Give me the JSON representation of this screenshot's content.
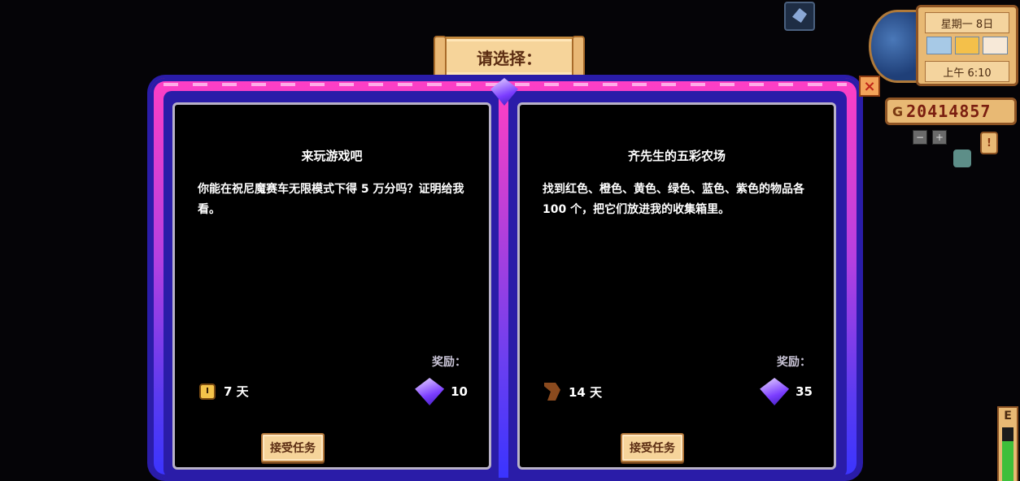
{
  "dialog": {
    "title": "请选择：",
    "close_icon": "×"
  },
  "quests": [
    {
      "title": "来玩游戏吧",
      "description": "你能在祝尼魔赛车无限模式下得 5 万分吗？证明给我看。",
      "reward_label": "奖励：",
      "duration": "7 天",
      "duration_icon": "clock-icon",
      "reward_amount": "10",
      "reward_icon": "qi-gem-icon",
      "accept_label": "接受任务"
    },
    {
      "title": "齐先生的五彩农场",
      "description": "找到红色、橙色、黄色、绿色、蓝色、紫色的物品各 100 个，把它们放进我的收集箱里。",
      "reward_label": "奖励：",
      "duration": "14 天",
      "duration_icon": "hourglass-icon",
      "reward_amount": "35",
      "reward_icon": "qi-gem-icon",
      "accept_label": "接受任务"
    }
  ],
  "hud": {
    "date": "星期一 8日",
    "time": "上午 6:10",
    "gold_symbol": "G",
    "gold": "20414857",
    "zoom_out": "−",
    "zoom_in": "+",
    "journal": "!",
    "energy_label": "E",
    "energy_level_fraction": 0.75
  },
  "colors": {
    "frame_top": "#ff3fc4",
    "frame_bottom": "#3a34ff",
    "button_bg": "#f6d49a",
    "gold_text": "#7a1e10"
  }
}
